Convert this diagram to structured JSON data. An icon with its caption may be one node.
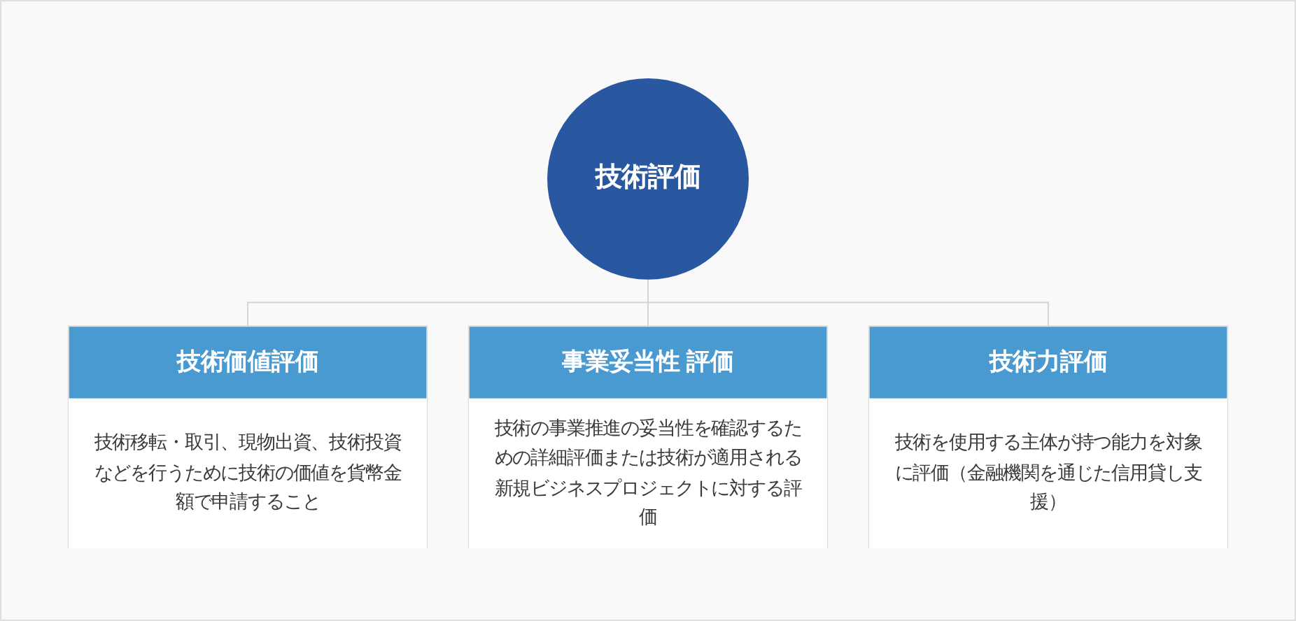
{
  "diagram": {
    "nodes": [
      {
        "text": [
          "技術評価"
        ]
      },
      {
        "text": [
          "技術価値評価",
          "技術移転・取引、現物出資、技術投資などを行うために技術の価値を貨幣金額で申請すること"
        ]
      },
      {
        "text": [
          "事業妥当性 評価",
          "技術の事業推進の妥当性を確認するための詳細評価または技術が適用される新規ビジネスプロジェクトに対する評価"
        ]
      },
      {
        "text": [
          "技術力評価",
          "技術を使用する主体が持つ能力を対象に評価（金融機関を通じた信用貸し支援）"
        ]
      }
    ],
    "edges": [
      {
        "from": 0,
        "to": 1,
        "arrow": "none"
      },
      {
        "from": 0,
        "to": 2,
        "arrow": "none"
      },
      {
        "from": 0,
        "to": 3,
        "arrow": "none"
      }
    ]
  }
}
